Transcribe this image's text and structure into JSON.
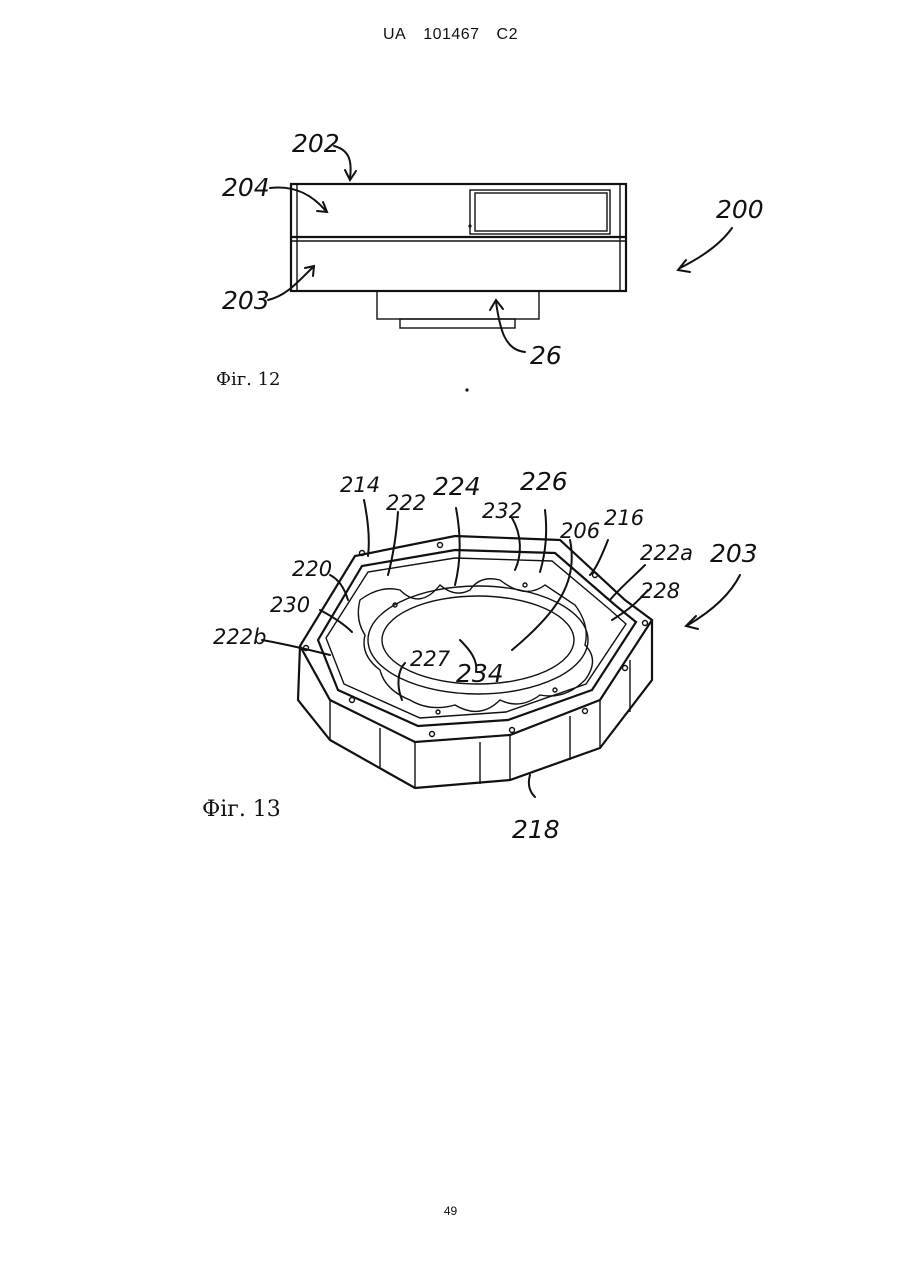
{
  "header": {
    "country": "UA",
    "number": "101467",
    "kind": "C2"
  },
  "figures": {
    "fig12": {
      "caption": "Фіг. 12",
      "labels": {
        "l202": "202",
        "l204": "204",
        "l203": "203",
        "l200": "200",
        "l26": "26"
      }
    },
    "fig13": {
      "caption": "Фіг. 13",
      "labels": {
        "l214": "214",
        "l222": "222",
        "l224": "224",
        "l226": "226",
        "l232": "232",
        "l206": "206",
        "l216": "216",
        "l222a": "222a",
        "l203": "203",
        "l228": "228",
        "l220": "220",
        "l230": "230",
        "l222b": "222b",
        "l227": "227",
        "l234": "234",
        "l218": "218"
      }
    }
  },
  "page_number": "49"
}
